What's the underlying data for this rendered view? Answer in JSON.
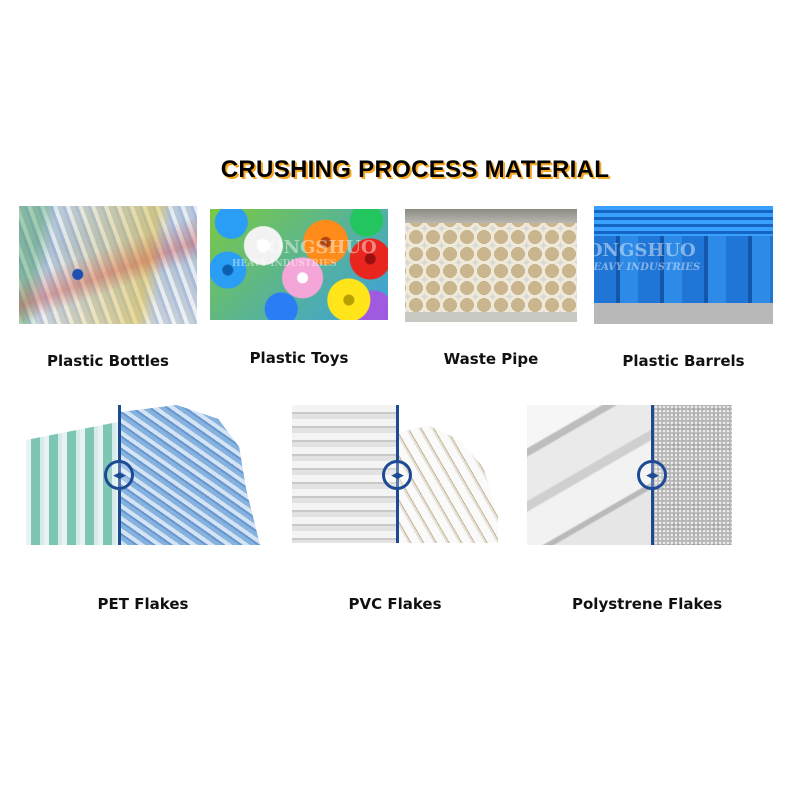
{
  "title": "CRUSHING PROCESS MATERIAL",
  "accent_colors": {
    "title_shadow": "#f5a623",
    "divider": "#1d4a94"
  },
  "materials": [
    {
      "label": "Plastic Bottles",
      "image": "plastic-bottles-photo"
    },
    {
      "label": "Plastic Toys",
      "image": "plastic-toys-photo"
    },
    {
      "label": "Waste Pipe",
      "image": "waste-pipe-photo"
    },
    {
      "label": "Plastic Barrels",
      "image": "plastic-barrels-photo"
    }
  ],
  "products": [
    {
      "label": "PET Flakes",
      "before": "pet-bottles",
      "after": "pet-flakes"
    },
    {
      "label": "PVC Flakes",
      "before": "pvc-pipes",
      "after": "pvc-flakes"
    },
    {
      "label": "Polystrene Flakes",
      "before": "polystyrene-foam",
      "after": "polystyrene-beads"
    }
  ],
  "watermark": {
    "line1": "YONGSHUO",
    "line2": "HEAVY INDUSTRIES"
  },
  "handle_glyph": "◀▶"
}
